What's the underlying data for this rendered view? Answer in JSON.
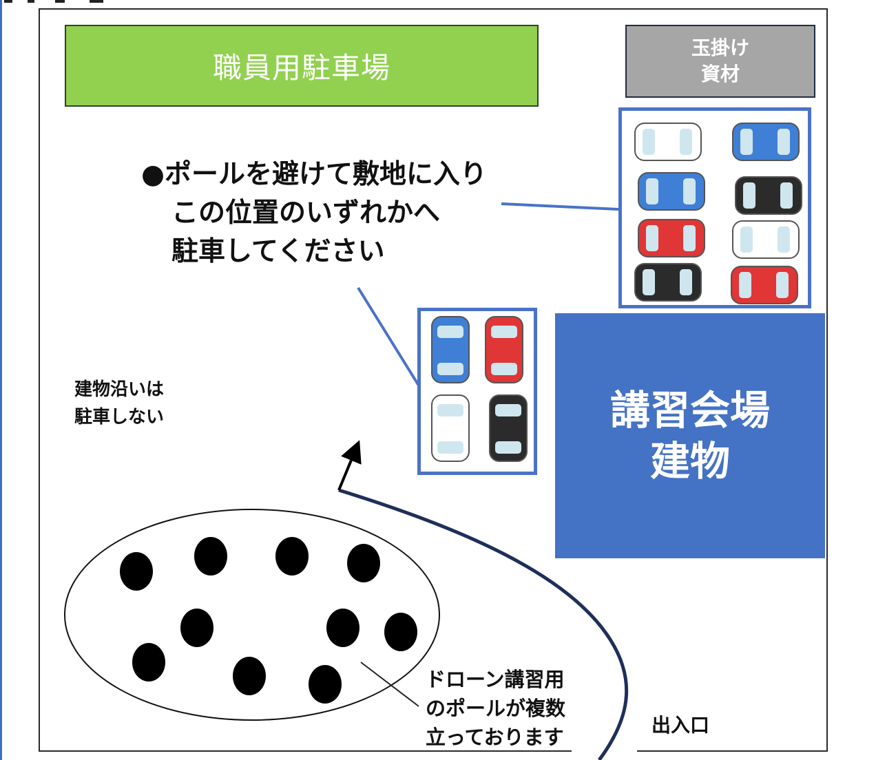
{
  "labels": {
    "staff_parking": "職員用駐車場",
    "slinging_materials": [
      "玉掛け",
      "資材"
    ],
    "venue_building": [
      "講習会場",
      "建物"
    ],
    "instruction": [
      "●ポールを避けて敷地に入り",
      "この位置のいずれかへ",
      "駐車してください"
    ],
    "no_parking_note": [
      "建物沿いは",
      "駐車しない"
    ],
    "pole_note": [
      "ドローン講習用",
      "のポールが複数",
      "立っております"
    ],
    "entrance": "出入口"
  },
  "colors": {
    "staff_parking_fill": "#92d050",
    "slinging_fill": "#a6a6a6",
    "building_fill": "#4472c4",
    "lot_border": "#4a72c8",
    "callout_line": "#4a72c8",
    "route_arrow": "#1f2f5a",
    "pole": "#000000"
  },
  "parking_lots": {
    "right_lot": [
      "white",
      "blue",
      "blue",
      "black",
      "red",
      "white",
      "black",
      "red"
    ],
    "center_lot": [
      "blue",
      "red",
      "white",
      "black"
    ]
  },
  "icons": {
    "car": "car-icon",
    "pole": "pole-dot-icon",
    "route": "route-arrow-icon"
  }
}
